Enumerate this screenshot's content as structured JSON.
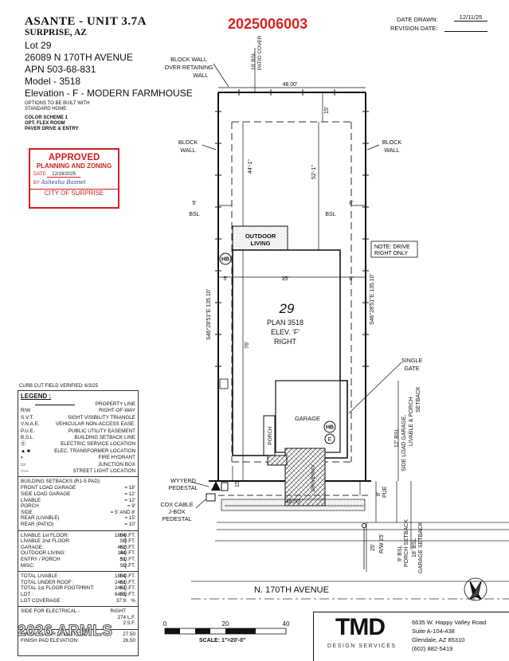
{
  "header": {
    "project": "ASANTE - UNIT 3.7A",
    "city": "SURPRISE, AZ",
    "lot": "Lot 29",
    "address": "26089 N 170TH AVENUE",
    "apn": "APN 503-68-831",
    "model": "Model - 3518",
    "elevation": "Elevation - F - MODERN FARMHOUSE",
    "options_intro": "OPTIONS TO BE BUILT WITH\nSTANDARD HOME:",
    "options": [
      "COLOR SCHEME 1",
      "OPT. FLEX ROOM",
      "PAVER DRIVE & ENTRY"
    ]
  },
  "permit_number": "2025006003",
  "dates": {
    "drawn_label": "DATE DRAWN:",
    "drawn_value": "12/11/25",
    "revision_label": "REVISION DATE:",
    "revision_value": ""
  },
  "stamp": {
    "title": "APPROVED",
    "subtitle": "PLANNING AND ZONING",
    "date_label": "DATE",
    "date_value": "12/19/2025",
    "by_label": "BY",
    "by_value": "Ashesha Basnet",
    "city": "CITY OF SURPRISE",
    "color": "#d02020"
  },
  "curb_note": "CURB CUT FIELD VERIFIED: 6/3/25",
  "legend": {
    "title": "LEGEND :",
    "items": [
      {
        "code": "",
        "label": "PROPERTY LINE"
      },
      {
        "code": "R/W",
        "label": "RIGHT-OF-WAY"
      },
      {
        "code": "S.V.T.",
        "label": "SIGHT VISIBILITY TRIANGLE"
      },
      {
        "code": "V.N.A.E.",
        "label": "VEHICULAR NON-ACCESS EASE."
      },
      {
        "code": "P.U.E.",
        "label": "PUBLIC UTILITY EASEMENT"
      },
      {
        "code": "B.S.L.",
        "label": "BUILDING SETBACK LINE"
      },
      {
        "code": "Ⓔ",
        "label": "ELECTRIC SERVICE LOCATION"
      },
      {
        "code": "▲ ■",
        "label": "ELEC. TRANSFORMER LOCATION"
      },
      {
        "code": "◐",
        "label": "FIRE HYDRANT"
      },
      {
        "code": "▭",
        "label": "JUNCTION BOX"
      },
      {
        "code": "○—",
        "label": "STREET LIGHT LOCATION"
      }
    ]
  },
  "setbacks": {
    "title": "BUILDING SETBACKS (R1-5 PAD):",
    "rows": [
      {
        "label": "FRONT LOAD GARAGE",
        "value": "= 18'"
      },
      {
        "label": "SIDE LOAD GARAGE",
        "value": "= 12'"
      },
      {
        "label": "LIVABLE",
        "value": "= 12'"
      },
      {
        "label": "PORCH",
        "value": "= 9'"
      },
      {
        "label": "SIDE",
        "value": "= 5' AND 8'"
      },
      {
        "label": "REAR (LIVABLE)",
        "value": "= 15'"
      },
      {
        "label": "REAR (PATIO)",
        "value": "= 10'"
      }
    ]
  },
  "areas": [
    {
      "label": "LIVABLE 1st FLOOR:",
      "value": "1804",
      "unit": "SQ.FT."
    },
    {
      "label": "LIVABLE 2nd FLOOR:",
      "value": "0",
      "unit": "SQ.FT."
    },
    {
      "label": "GARAGE:",
      "value": "462",
      "unit": "SQ.FT."
    },
    {
      "label": "OUTDOOR LIVING:",
      "value": "144",
      "unit": "SQ.FT."
    },
    {
      "label": "ENTRY / PORCH",
      "value": "51",
      "unit": "SQ.FT."
    },
    {
      "label": "MISC:",
      "value": "0",
      "unit": "SQ.FT."
    }
  ],
  "totals": [
    {
      "label": "TOTAL LIVABLE :",
      "value": "1804",
      "unit": "SQ.FT."
    },
    {
      "label": "TOTAL UNDER ROOF :",
      "value": "2461",
      "unit": "SQ.FT."
    },
    {
      "label": "TOTAL 1st FLOOR FOOTPRINT:",
      "value": "2461",
      "unit": "SQ.FT."
    },
    {
      "label": "LOT :",
      "value": "6485",
      "unit": "SQ.FT."
    },
    {
      "label": "LOT COVERAGE :",
      "value": "37.9",
      "unit": "%"
    }
  ],
  "electrical": [
    {
      "label": "SIDE FOR ELECTRICAL -",
      "value": "RIGHT",
      "unit": ""
    },
    {
      "label": "",
      "value": "274",
      "unit": "L.F."
    },
    {
      "label": "",
      "value": "2",
      "unit": "S.F."
    }
  ],
  "elevations": [
    {
      "label": "FINISH FLOOR ELEVATION:",
      "value": "27.50"
    },
    {
      "label": "FINISH PAD ELEVATION:",
      "value": "26.50"
    }
  ],
  "watermark": "2026 ARMLS",
  "scale": {
    "ticks": [
      "0",
      "20",
      "40"
    ],
    "label": "SCALE:  1\"=20'-0\""
  },
  "firm": {
    "logo": "TMD",
    "sub": "DESIGN SERVICES",
    "address": [
      "6635 W. Happy Valley Road",
      "Suite A-104-438",
      "Glendale, AZ 85310",
      "(602) 882-5419"
    ]
  },
  "plan": {
    "lot_number": "29",
    "plan_label": "PLAN 3518",
    "elev_label": "ELEV. 'F'",
    "orientation": "RIGHT",
    "street": "N. 170TH AVENUE",
    "rooms": {
      "outdoor": "OUTDOOR\nLIVING",
      "garage": "GARAGE",
      "porch": "PORCH",
      "driveway": "DRIVEWAY"
    },
    "labels": {
      "block_wall_retaining": "BLOCK WALL\nOVER RETAINING\nWALL",
      "block_wall_left": "BLOCK\nWALL",
      "block_wall_right": "BLOCK\nWALL",
      "bsl_patio": "10' BSL\nPATIO COVER",
      "note": "NOTE: DRIVE\nRIGHT ONLY",
      "single_gate": "SINGLE\nGATE",
      "side_load": "12' BSL\nSIDE LOAD GARAGE,\nLIVABLE & PORCH\nSETBACK",
      "porch_setback": "9' BSL\nPORCH SETBACK",
      "garage_setback": "18' BSL\nGARAGE SETBACK",
      "pue": "8'\nPUE",
      "rw": "R/W\n25'",
      "wyyerd": "WYYERD\nPEDESTAL",
      "cox": "COX CABLE\nJ-BOX\nPEDESTAL",
      "hb": "HB",
      "e": "E",
      "bearing": "S46°28'51\"E 135.10'"
    },
    "dims": {
      "top": "48.00'",
      "bottom": "48.00'",
      "bsl_left": "5'",
      "bsl_right": "8'",
      "bsl_word": "BSL",
      "rear_15": "15'",
      "depth_44": "44'-1\"",
      "depth_52": "52'-1\"",
      "width_35": "35'",
      "left_5": "5'",
      "right_8": "8'",
      "depth_76": "76'",
      "front_15": "15'",
      "r25": "25'"
    }
  }
}
